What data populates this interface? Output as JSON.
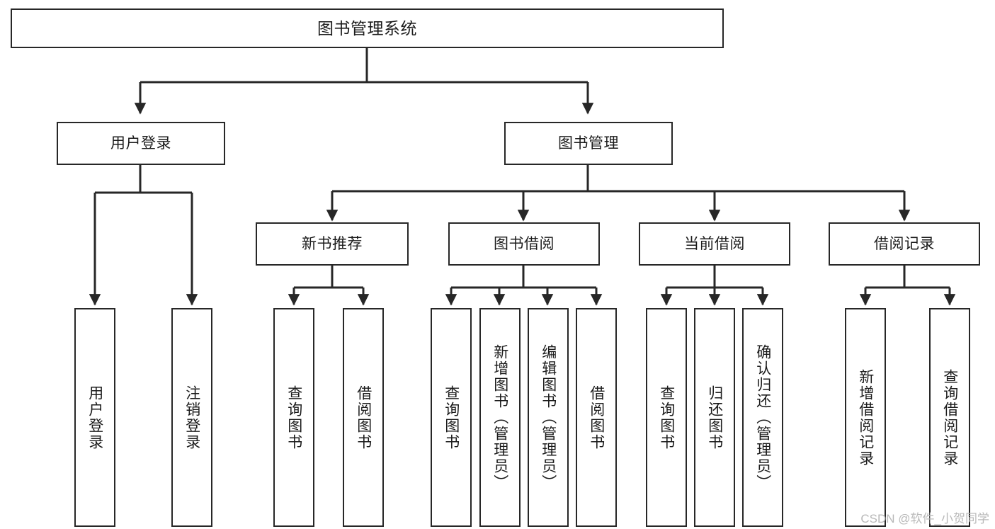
{
  "diagram": {
    "title": "图书管理系统",
    "type": "tree-structure-chart",
    "colors": {
      "stroke": "#272727",
      "fill": "#ffffff",
      "text": "#1b1b1b",
      "watermark": "#b9b9b9"
    },
    "nodes": {
      "root": {
        "label": "图书管理系统"
      },
      "level2": [
        {
          "id": "user-login",
          "label": "用户登录"
        },
        {
          "id": "book-manage",
          "label": "图书管理"
        }
      ],
      "level3": [
        {
          "id": "new-book-recommend",
          "label": "新书推荐"
        },
        {
          "id": "book-borrow",
          "label": "图书借阅"
        },
        {
          "id": "current-borrow",
          "label": "当前借阅"
        },
        {
          "id": "borrow-record",
          "label": "借阅记录"
        }
      ],
      "leaves": [
        {
          "id": "leaf-user-login",
          "label": "用户登录",
          "parent": "user-login"
        },
        {
          "id": "leaf-logout",
          "label": "注销登录",
          "parent": "user-login"
        },
        {
          "id": "leaf-query-book-1",
          "label": "查询图书",
          "parent": "new-book-recommend"
        },
        {
          "id": "leaf-borrow-book-1",
          "label": "借阅图书",
          "parent": "new-book-recommend"
        },
        {
          "id": "leaf-query-book-2",
          "label": "查询图书",
          "parent": "book-borrow"
        },
        {
          "id": "leaf-add-book",
          "label": "新增图书（管理员）",
          "parent": "book-borrow"
        },
        {
          "id": "leaf-edit-book",
          "label": "编辑图书（管理员）",
          "parent": "book-borrow"
        },
        {
          "id": "leaf-borrow-book-2",
          "label": "借阅图书",
          "parent": "book-borrow"
        },
        {
          "id": "leaf-query-book-3",
          "label": "查询图书",
          "parent": "current-borrow"
        },
        {
          "id": "leaf-return-book",
          "label": "归还图书",
          "parent": "current-borrow"
        },
        {
          "id": "leaf-confirm-return",
          "label": "确认归还（管理员）",
          "parent": "current-borrow"
        },
        {
          "id": "leaf-add-record",
          "label": "新增借阅记录",
          "parent": "borrow-record"
        },
        {
          "id": "leaf-query-record",
          "label": "查询借阅记录",
          "parent": "borrow-record"
        }
      ]
    },
    "watermark": "CSDN @软件_小贺同学"
  }
}
